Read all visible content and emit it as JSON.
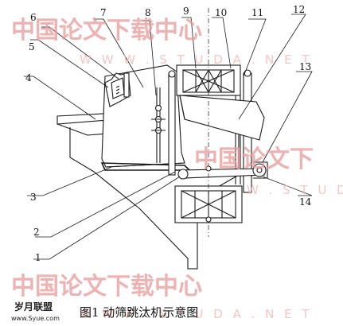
{
  "labels": [
    "1",
    "2",
    "3",
    "4",
    "5",
    "6",
    "7",
    "8",
    "9",
    "10",
    "11",
    "12",
    "13",
    "14"
  ],
  "caption": "图1   动筛跳汰机示意图",
  "watermark": {
    "cn": "中国论文下载中心",
    "en": "W W W . S T U D A . N E T",
    "cn_partial": "中国论文下",
    "en_partial": "W . S T U D"
  },
  "site_logo": {
    "name": "岁月联盟",
    "url": "www.Syue.com"
  }
}
